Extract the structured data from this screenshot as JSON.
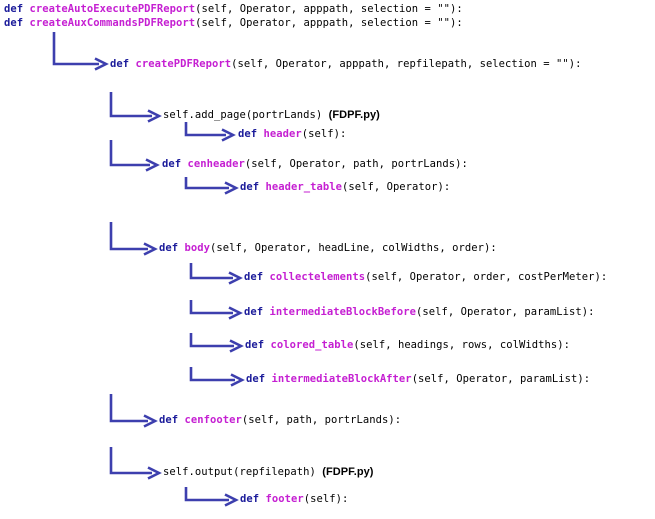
{
  "colors": {
    "keyword": "#1b1b9a",
    "function": "#c51fd2",
    "text": "#000000",
    "arrow": "#3d3fae"
  },
  "lines": [
    {
      "id": "l1",
      "kw": "def",
      "fn": "createAutoExecutePDFReport",
      "rest": "(self, Operator, apppath, selection = \"\"):",
      "note": ""
    },
    {
      "id": "l2",
      "kw": "def",
      "fn": "createAuxCommandsPDFReport",
      "rest": "(self, Operator, apppath, selection = \"\"):",
      "note": ""
    },
    {
      "id": "l3",
      "kw": "def",
      "fn": "createPDFReport",
      "rest": "(self, Operator, apppath, repfilepath, selection = \"\"):",
      "note": ""
    },
    {
      "id": "l4",
      "kw": "",
      "fn": "",
      "rest": "self.add_page(portrLands)",
      "note": "(FDPF.py)"
    },
    {
      "id": "l5",
      "kw": "def",
      "fn": "header",
      "rest": "(self):",
      "note": ""
    },
    {
      "id": "l6",
      "kw": "def",
      "fn": "cenheader",
      "rest": "(self, Operator, path, portrLands):",
      "note": ""
    },
    {
      "id": "l7",
      "kw": "def",
      "fn": "header_table",
      "rest": "(self, Operator):",
      "note": ""
    },
    {
      "id": "l8",
      "kw": "def",
      "fn": "body",
      "rest": "(self, Operator, headLine, colWidths, order):",
      "note": ""
    },
    {
      "id": "l9",
      "kw": "def",
      "fn": "collectelements",
      "rest": "(self, Operator, order, costPerMeter):",
      "note": ""
    },
    {
      "id": "l10",
      "kw": "def",
      "fn": "intermediateBlockBefore",
      "rest": "(self, Operator, paramList):",
      "note": ""
    },
    {
      "id": "l11",
      "kw": "def",
      "fn": "colored_table",
      "rest": "(self, headings, rows, colWidths):",
      "note": ""
    },
    {
      "id": "l12",
      "kw": "def",
      "fn": "intermediateBlockAfter",
      "rest": "(self, Operator, paramList):",
      "note": ""
    },
    {
      "id": "l13",
      "kw": "def",
      "fn": "cenfooter",
      "rest": "(self, path, portrLands):",
      "note": ""
    },
    {
      "id": "l14",
      "kw": "",
      "fn": "",
      "rest": "self.output(repfilepath)",
      "note": "(FDPF.py)"
    },
    {
      "id": "l15",
      "kw": "def",
      "fn": "footer",
      "rest": "(self):",
      "note": ""
    }
  ]
}
